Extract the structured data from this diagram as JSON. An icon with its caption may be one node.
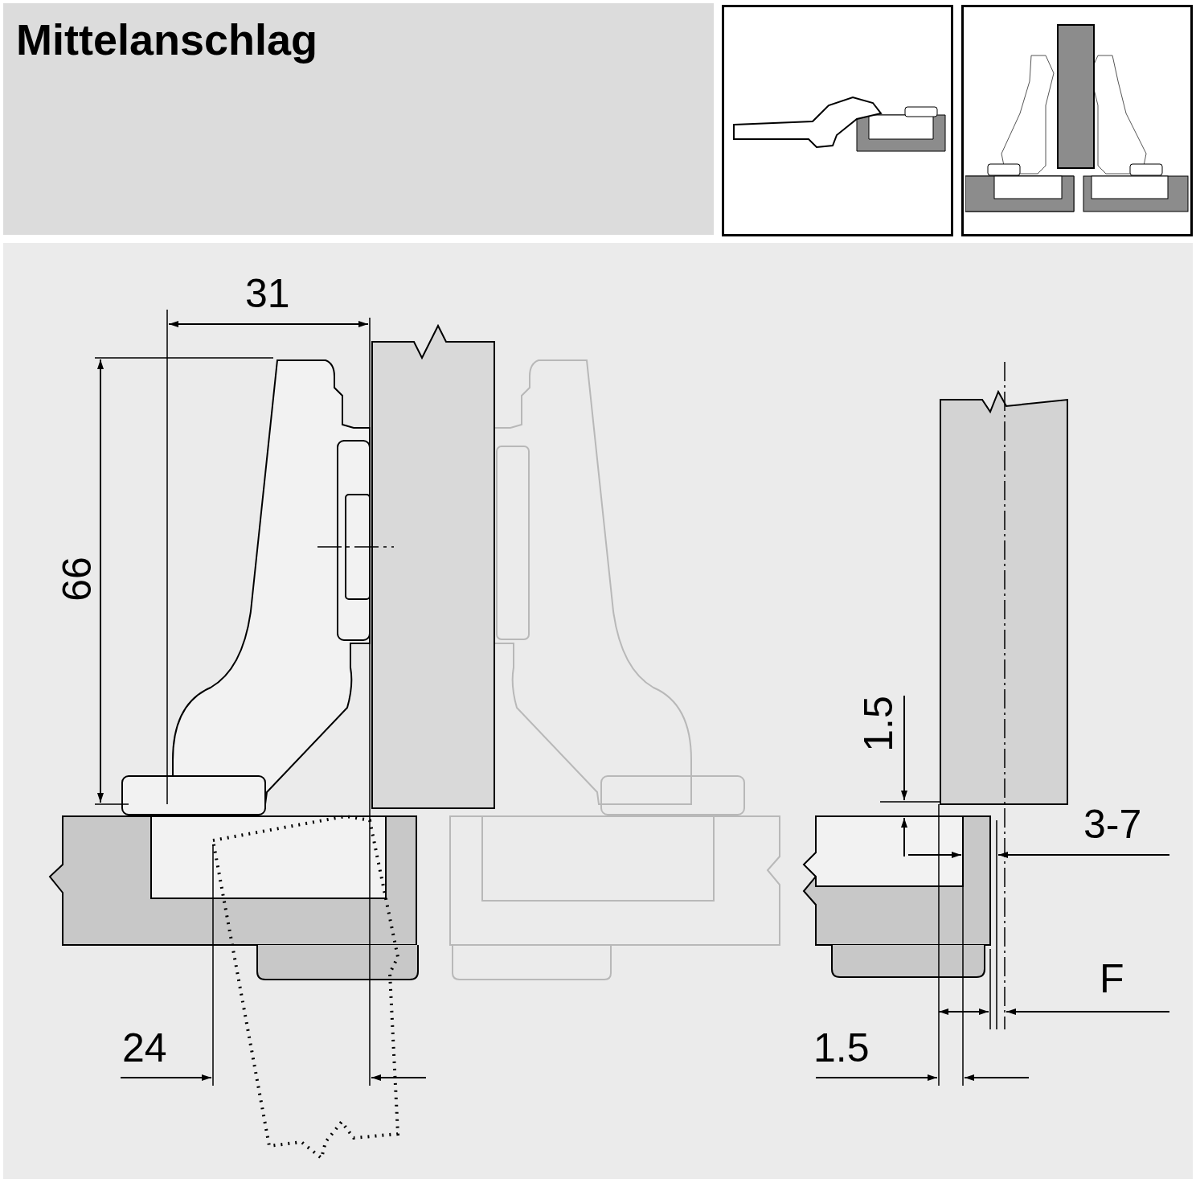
{
  "diagram": {
    "title": "Mittelanschlag",
    "labels": [
      "31",
      "66",
      "24",
      "1.5",
      "3-7",
      "F",
      "1.5"
    ]
  }
}
